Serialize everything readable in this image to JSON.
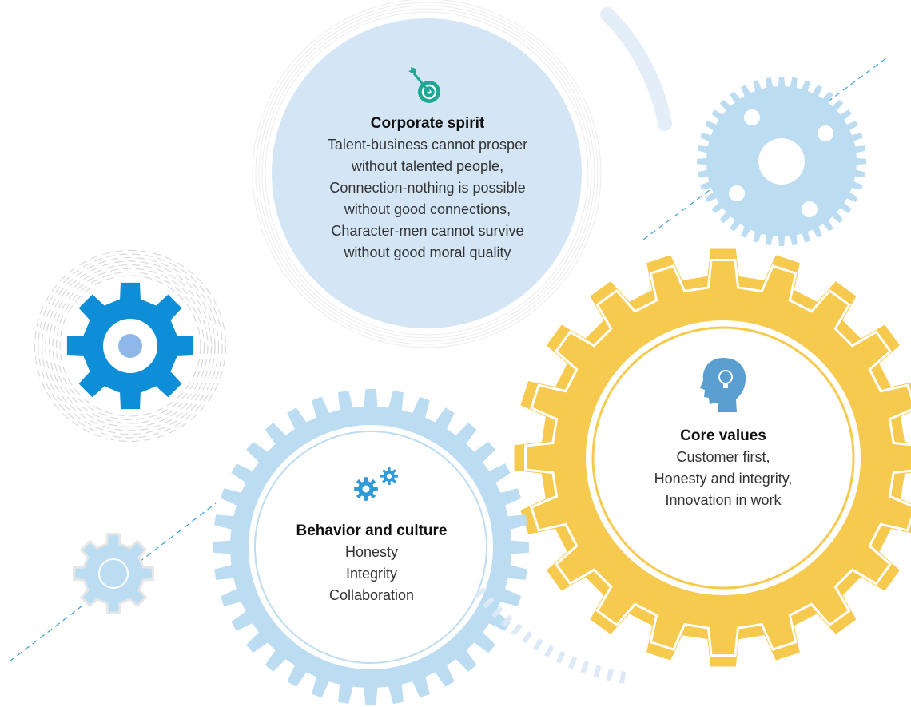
{
  "colors": {
    "light_blue": "#bcdcf2",
    "pale_circle": "#d4e6f6",
    "deep_blue": "#0d8ed6",
    "yellow": "#f6c94f",
    "teal": "#1ea894",
    "head_blue": "#5a9fd0",
    "dash_blue": "#3aa0d8"
  },
  "icons": {
    "spirit": "target-arrow-icon",
    "values": "head-lightbulb-icon",
    "behavior": "twin-gears-icon"
  },
  "corporate_spirit": {
    "title": "Corporate spirit",
    "lines": [
      "Talent-business cannot prosper",
      "without talented people,",
      "Connection-nothing is possible",
      "without good connections,",
      "Character-men cannot survive",
      "without good moral quality"
    ]
  },
  "core_values": {
    "title": "Core values",
    "lines": [
      "Customer first,",
      "Honesty and integrity,",
      "Innovation in work"
    ]
  },
  "behavior_culture": {
    "title": "Behavior and culture",
    "lines": [
      "Honesty",
      "Integrity",
      "Collaboration"
    ]
  }
}
